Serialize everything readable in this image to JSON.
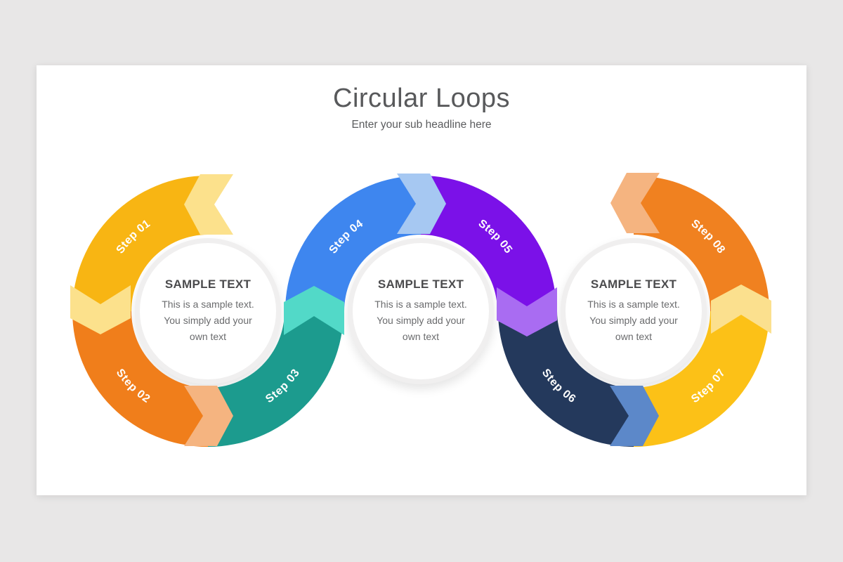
{
  "slide": {
    "title": "Circular Loops",
    "subtitle": "Enter your sub headline here"
  },
  "palette": {
    "canvas_background": "#E8E7E7",
    "slide_background": "#FFFFFF",
    "title_text": "#58595B",
    "subtitle_text": "#5B5C5E",
    "card_heading_text": "#4B4B4D",
    "card_body_text": "#6A6B6D",
    "step_label_text": "#FFFFFF"
  },
  "steps": [
    {
      "label": "Step 01",
      "color": "#F8B513"
    },
    {
      "label": "Step 02",
      "color": "#F07E1B"
    },
    {
      "label": "Step 03",
      "color": "#1C9B8E"
    },
    {
      "label": "Step 04",
      "color": "#3E86EF"
    },
    {
      "label": "Step 05",
      "color": "#7B11E8"
    },
    {
      "label": "Step 06",
      "color": "#24395C"
    },
    {
      "label": "Step 07",
      "color": "#FCC117"
    },
    {
      "label": "Step 08",
      "color": "#F08120"
    }
  ],
  "connectors": [
    {
      "position": "loop-1-top",
      "direction": "left",
      "color": "#FCE18C"
    },
    {
      "position": "between-step-01-02",
      "direction": "down",
      "color": "#FCE18C"
    },
    {
      "position": "between-step-02-03",
      "direction": "right",
      "color": "#F5B480"
    },
    {
      "position": "between-step-03-04",
      "direction": "up",
      "color": "#52D9C8"
    },
    {
      "position": "between-step-04-05",
      "direction": "right",
      "color": "#A6C8F2"
    },
    {
      "position": "between-step-05-06",
      "direction": "down",
      "color": "#A96CF2"
    },
    {
      "position": "between-step-06-07",
      "direction": "right",
      "color": "#5C88C9"
    },
    {
      "position": "between-step-07-08",
      "direction": "up",
      "color": "#FBE08E"
    },
    {
      "position": "loop-3-top",
      "direction": "left",
      "color": "#F5B480"
    }
  ],
  "cards": [
    {
      "heading": "SAMPLE TEXT",
      "body": "This is a sample text. You simply add your own text"
    },
    {
      "heading": "SAMPLE TEXT",
      "body": "This is a sample text. You simply add your own text"
    },
    {
      "heading": "SAMPLE TEXT",
      "body": "This is a sample text. You simply add your own text"
    }
  ]
}
